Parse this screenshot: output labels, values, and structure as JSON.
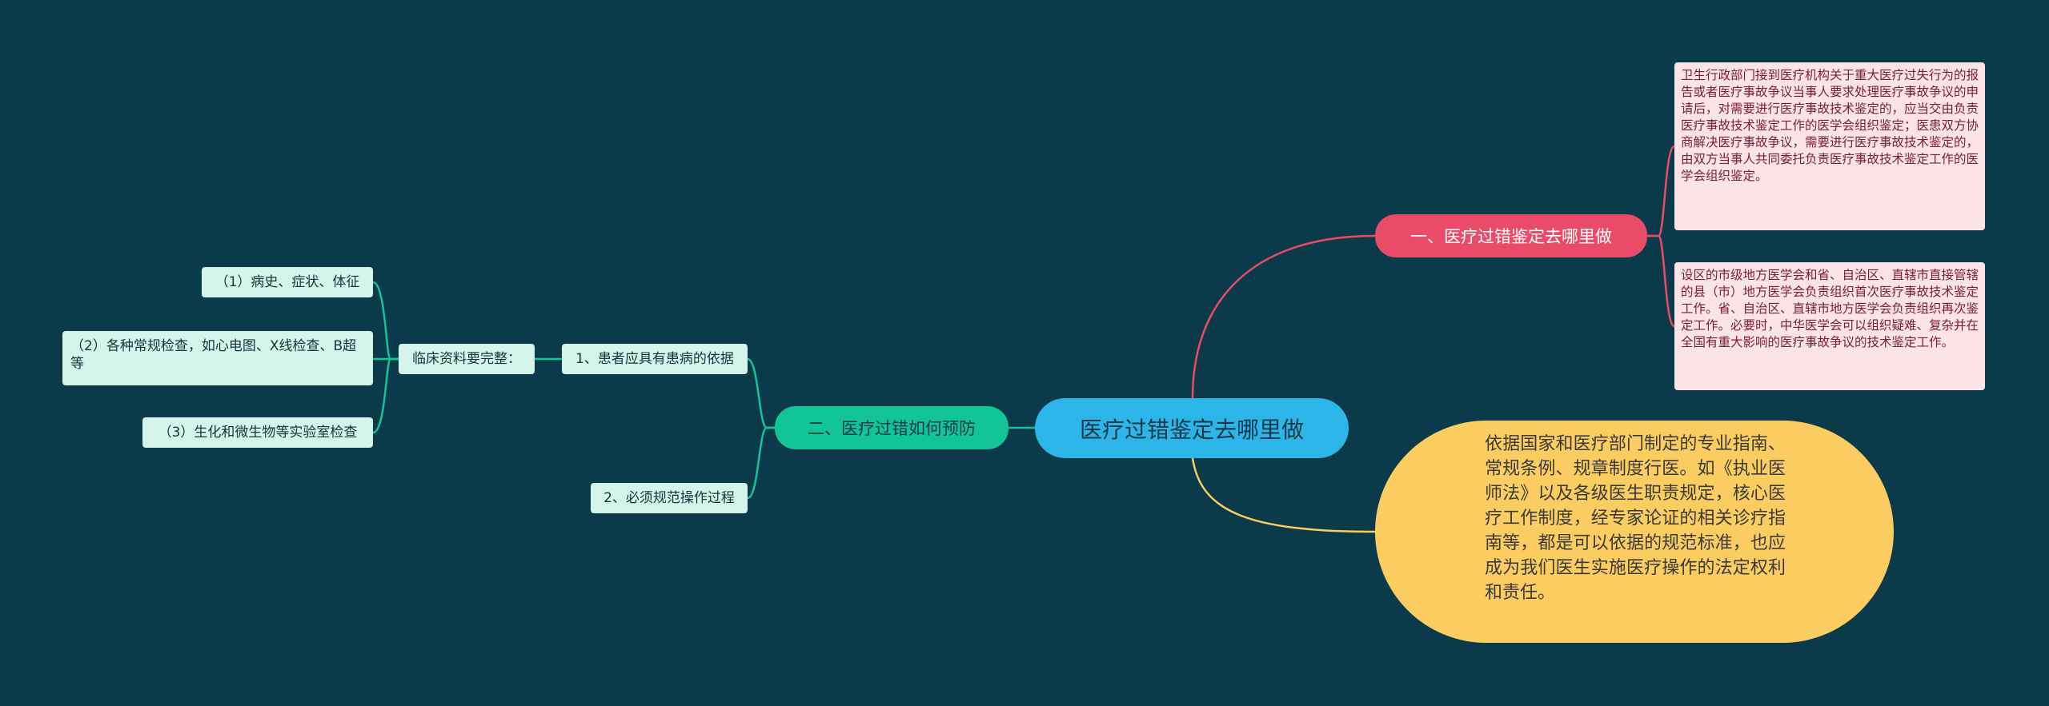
{
  "root": {
    "label": "医疗过错鉴定去哪里做"
  },
  "branch1": {
    "label": "一、医疗过错鉴定去哪里做",
    "note1": "卫生行政部门接到医疗机构关于重大医疗过失行为的报告或者医疗事故争议当事人要求处理医疗事故争议的申请后，对需要进行医疗事故技术鉴定的，应当交由负责医疗事故技术鉴定工作的医学会组织鉴定；医患双方协商解决医疗事故争议，需要进行医疗事故技术鉴定的，由双方当事人共同委托负责医疗事故技术鉴定工作的医学会组织鉴定。",
    "note2": "设区的市级地方医学会和省、自治区、直辖市直接管辖的县（市）地方医学会负责组织首次医疗事故技术鉴定工作。省、自治区、直辖市地方医学会负责组织再次鉴定工作。必要时，中华医学会可以组织疑难、复杂并在全国有重大影响的医疗事故争议的技术鉴定工作。"
  },
  "branch2": {
    "label": "二、医疗过错如何预防",
    "item1": "1、患者应具有患病的依据",
    "item2": "2、必须规范操作过程",
    "sub": "临床资料要完整：",
    "leaves": [
      "（1）病史、症状、体征",
      "（2）各种常规检查，如心电图、X线检查、B超等",
      "（3）生化和微生物等实验室检查"
    ]
  },
  "branch3": {
    "text": "依据国家和医疗部门制定的专业指南、常规条例、规章制度行医。如《执业医师法》以及各级医生职责规定，核心医疗工作制度，经专家论证的相关诊疗指南等，都是可以依据的规范标准，也应成为我们医生实施医疗操作的法定权利和责任。"
  },
  "colors": {
    "background": "#0b3a4b",
    "root": "#2bb5e8",
    "branch1": "#e94b69",
    "branch2": "#12c596",
    "branch3": "#fbcc5f"
  }
}
